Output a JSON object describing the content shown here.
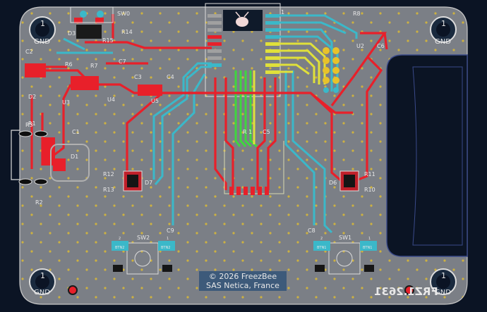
{
  "board": {
    "copyright_line1": "© 2026 FreezBee",
    "copyright_line2": "SAS Netica, France",
    "part_code": "FRZ1.2631",
    "mounting_holes": [
      {
        "pin": "1",
        "label": "GND"
      },
      {
        "pin": "1",
        "label": "GND"
      },
      {
        "pin": "1",
        "label": "GND"
      },
      {
        "pin": "1",
        "label": "GND"
      }
    ],
    "refdes": {
      "sw0": "SW0",
      "d3": "D3",
      "r15": "R15",
      "r14": "R14",
      "c2": "C2",
      "r7": "R7",
      "c7": "C7",
      "r6": "R6",
      "d2": "D2",
      "u3": "U3",
      "u4": "U4",
      "c3": "C3",
      "c4": "C4",
      "u5": "U5",
      "r3": "R3",
      "c1": "C1",
      "d1": "D1",
      "r1": "R1",
      "r2": "R2",
      "r12": "R12",
      "r13": "R13",
      "d_left": "D7",
      "r_center": "R 1",
      "c5": "C5",
      "d6": "D6",
      "r11": "R11",
      "r10": "R10",
      "r8": "R8",
      "u2": "U2",
      "u1": "1",
      "c6": "C6",
      "sw2": "SW2",
      "sw1": "SW1",
      "c9": "C9",
      "c8": "C8"
    },
    "pad_labels": {
      "btn_b": "BTN2",
      "btn_a": "BTN1",
      "pin1": "1",
      "pin2": "2"
    }
  },
  "colors": {
    "board": "#7b7f86",
    "background": "#0b1424",
    "red_copper": "#e8202a",
    "cyan_copper": "#3bb8c9",
    "green_copper": "#3fd63f",
    "yellow_copper": "#e0e03a",
    "silkscreen": "#e8e8e8",
    "via": "#e8c22a",
    "copyright_bg": "#3d5a7a"
  }
}
